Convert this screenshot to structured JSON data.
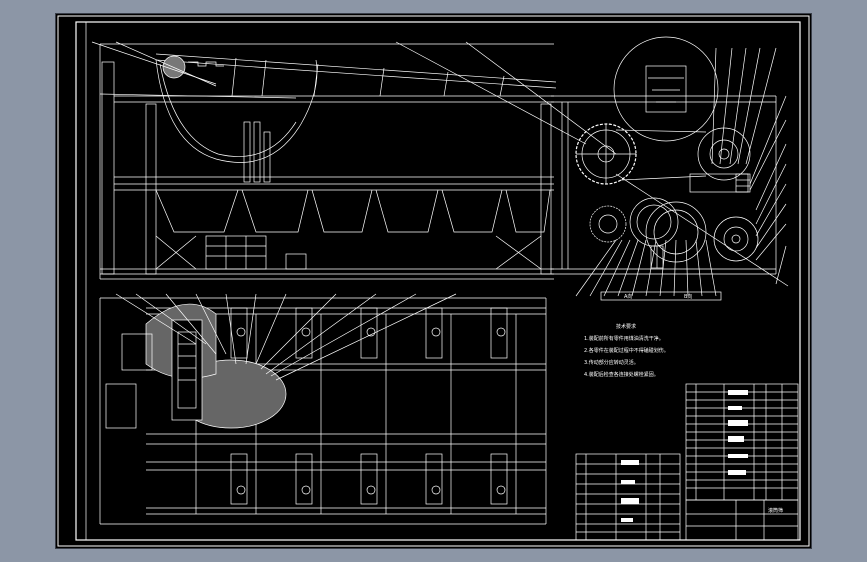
{
  "window": {
    "background": "#8c96a6",
    "paper": "#000000",
    "ink": "#ffffff",
    "accent": "#2ecc71"
  },
  "drawing": {
    "title_block_label": "滚筒筛",
    "section_labels": [
      "A向",
      "B向"
    ],
    "notes_title": "技术要求",
    "notes": [
      "1.装配前所有零件用煤油清洗干净。",
      "2.各零件在装配过程中不得磕碰划伤。",
      "3.传动部分应转动灵活。",
      "4.装配后检查各连接处螺栓紧固。"
    ]
  }
}
